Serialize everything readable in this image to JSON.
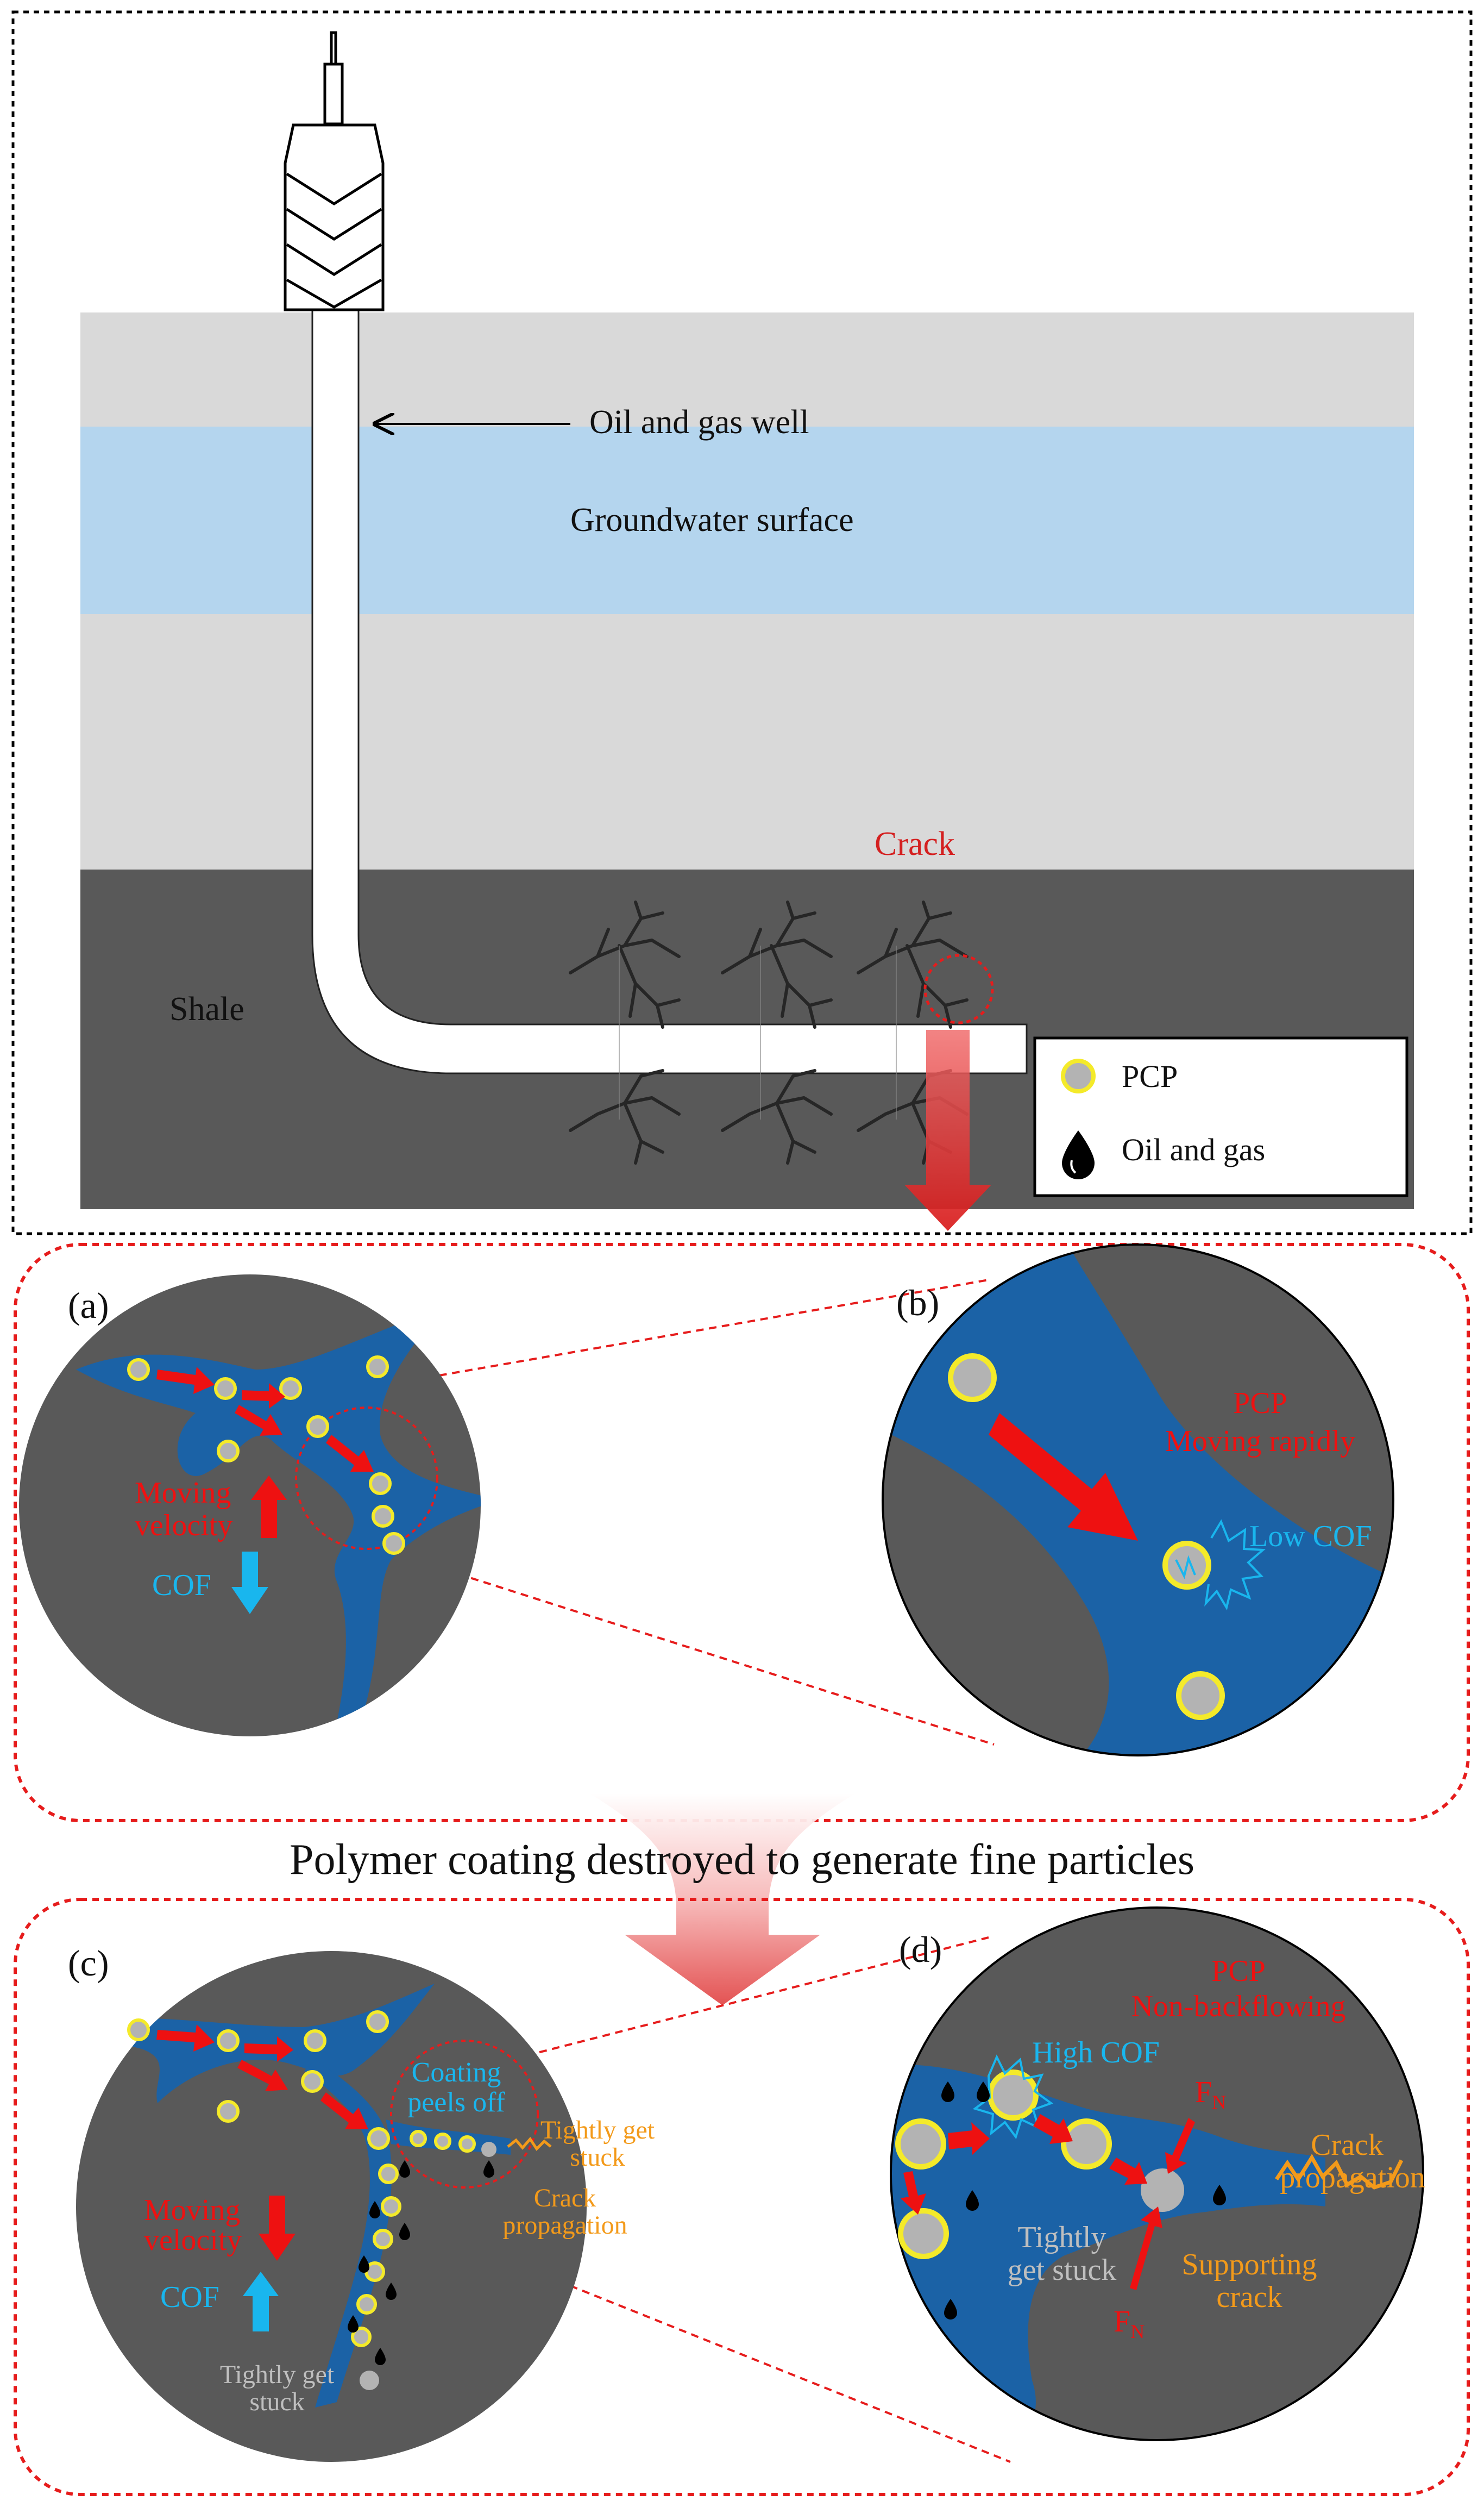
{
  "labels": {
    "well": "Oil and gas well",
    "groundwater": "Groundwater surface",
    "crack": "Crack",
    "shale": "Shale",
    "title_mid": "Polymer coating destroyed to generate fine particles"
  },
  "legend": {
    "pcp": "PCP",
    "oil": "Oil and gas"
  },
  "panel_a": {
    "tag": "(a)",
    "moving1": "Moving",
    "moving2": "velocity",
    "cof": "COF"
  },
  "panel_b": {
    "tag": "(b)",
    "title1": "PCP",
    "title2": "Moving rapidly",
    "low_cof": "Low COF"
  },
  "panel_c": {
    "tag": "(c)",
    "coating1": "Coating",
    "coating2": "peels off",
    "tight1": "Tightly get",
    "tight2": "stuck",
    "crack1": "Crack",
    "crack2": "propagation",
    "moving1": "Moving",
    "moving2": "velocity",
    "cof": "COF",
    "stuck1": "Tightly get",
    "stuck2": "stuck"
  },
  "panel_d": {
    "tag": "(d)",
    "title1": "PCP",
    "title2": "Non-backflowing",
    "high_cof": "High COF",
    "fn_top": "F",
    "fn_top_sub": "N",
    "fn_bottom": "F",
    "fn_bottom_sub": "N",
    "crack1": "Crack",
    "crack2": "propagation",
    "stuck1": "Tightly",
    "stuck2": "get stuck",
    "support1": "Supporting",
    "support2": "crack"
  },
  "colors": {
    "shale": "#595959",
    "rock_light": "#d9d9d9",
    "groundwater": "#b4d5ee",
    "fluid": "#1b62a6",
    "arrow_red": "#ee1111",
    "cof_blue": "#19b6ee",
    "pcp_ring": "#f4ea2a",
    "pcp_fill": "#b3b3b3",
    "orange": "#f39a1a",
    "dashed_red": "#e61c1c"
  }
}
